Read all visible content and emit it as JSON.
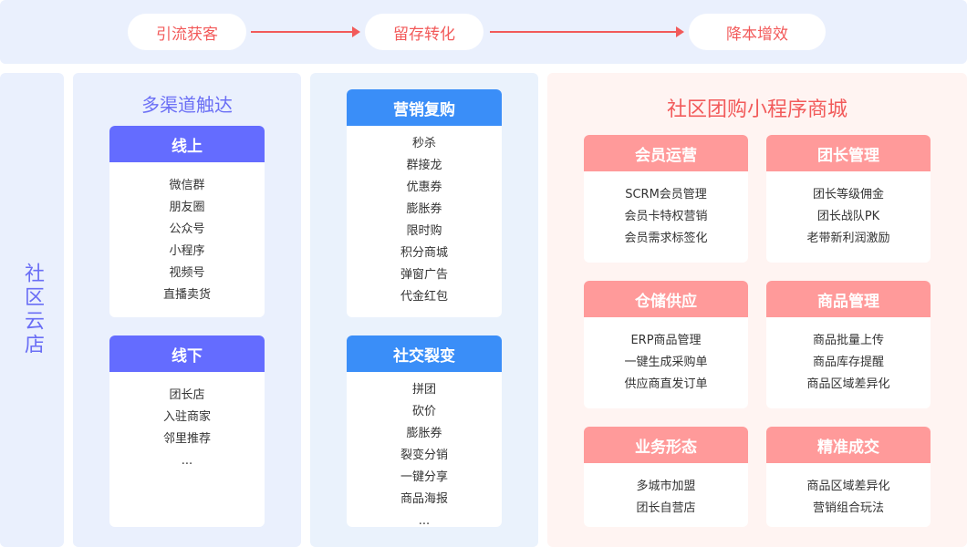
{
  "flow": [
    "引流获客",
    "留存转化",
    "降本增效"
  ],
  "side_label": "社区云店",
  "channels": {
    "title": "多渠道触达",
    "cards": [
      {
        "title": "线上",
        "items": [
          "微信群",
          "朋友圈",
          "公众号",
          "小程序",
          "视频号",
          "直播卖货"
        ]
      },
      {
        "title": "线下",
        "items": [
          "团长店",
          "入驻商家",
          "邻里推荐",
          "..."
        ]
      }
    ]
  },
  "marketing": {
    "cards": [
      {
        "title": "营销复购",
        "items": [
          "秒杀",
          "群接龙",
          "优惠券",
          "膨胀券",
          "限时购",
          "积分商城",
          "弹窗广告",
          "代金红包"
        ]
      },
      {
        "title": "社交裂变",
        "items": [
          "拼团",
          "砍价",
          "膨胀券",
          "裂变分销",
          "一键分享",
          "商品海报",
          "..."
        ]
      }
    ]
  },
  "mall": {
    "title": "社区团购小程序商城",
    "cards": [
      {
        "title": "会员运营",
        "items": [
          "SCRM会员管理",
          "会员卡特权营销",
          "会员需求标签化"
        ]
      },
      {
        "title": "团长管理",
        "items": [
          "团长等级佣金",
          "团长战队PK",
          "老带新利润激励"
        ]
      },
      {
        "title": "仓储供应",
        "items": [
          "ERP商品管理",
          "一键生成采购单",
          "供应商直发订单"
        ]
      },
      {
        "title": "商品管理",
        "items": [
          "商品批量上传",
          "商品库存提醒",
          "商品区域差异化"
        ]
      },
      {
        "title": "业务形态",
        "items": [
          "多城市加盟",
          "团长自营店"
        ]
      },
      {
        "title": "精准成交",
        "items": [
          "商品区域差异化",
          "营销组合玩法"
        ]
      }
    ]
  },
  "colors": {
    "accent_red": "#f25a5a",
    "purple": "#646cff",
    "blue": "#3a8ef8",
    "pink_header": "#ff9a9a"
  }
}
